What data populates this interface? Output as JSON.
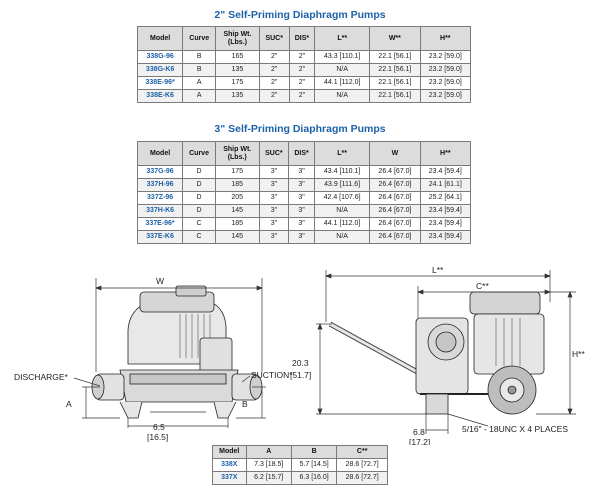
{
  "table1": {
    "title": "2\" Self-Priming Diaphragm Pumps",
    "headers": [
      "Model",
      "Curve",
      "Ship Wt.\n(Lbs.)",
      "SUC*",
      "DIS*",
      "L**",
      "W**",
      "H**"
    ],
    "rows": [
      [
        "338G-96",
        "B",
        "165",
        "2\"",
        "2\"",
        "43.3 [110.1]",
        "22.1 [56.1]",
        "23.2 [59.0]"
      ],
      [
        "338G-K6",
        "B",
        "135",
        "2\"",
        "2\"",
        "N/A",
        "22.1 [56.1]",
        "23.2 [59.0]"
      ],
      [
        "338E-96*",
        "A",
        "175",
        "2\"",
        "2\"",
        "44.1 [112.0]",
        "22.1 [56.1]",
        "23.2 [59.0]"
      ],
      [
        "338E-K6",
        "A",
        "135",
        "2\"",
        "2\"",
        "N/A",
        "22.1 [56.1]",
        "23.2 [59.0]"
      ]
    ]
  },
  "table2": {
    "title": "3\" Self-Priming Diaphragm Pumps",
    "headers": [
      "Model",
      "Curve",
      "Ship Wt.\n(Lbs.)",
      "SUC*",
      "DIS*",
      "L**",
      "W",
      "H**"
    ],
    "rows": [
      [
        "337G-96",
        "D",
        "175",
        "3\"",
        "3\"",
        "43.4 [110.1]",
        "26.4 [67.0]",
        "23.4 [59.4]"
      ],
      [
        "337H-96",
        "D",
        "185",
        "3\"",
        "3\"",
        "43.9 [111.6]",
        "26.4 [67.0]",
        "24.1 [61.1]"
      ],
      [
        "337Z-96",
        "D",
        "205",
        "3\"",
        "3\"",
        "42.4 [107.6]",
        "26.4 [67.0]",
        "25.2 [64.1]"
      ],
      [
        "337H-K6",
        "D",
        "145",
        "3\"",
        "3\"",
        "N/A",
        "26.4 [67.0]",
        "23.4 [59.4]"
      ],
      [
        "337E-96*",
        "C",
        "185",
        "3\"",
        "3\"",
        "44.1 [112.0]",
        "26.4 [67.0]",
        "23.4 [59.4]"
      ],
      [
        "337E-K6",
        "C",
        "145",
        "3\"",
        "3\"",
        "N/A",
        "26.4 [67.0]",
        "23.4 [59.4]"
      ]
    ]
  },
  "table3": {
    "headers": [
      "Model",
      "A",
      "B",
      "C**"
    ],
    "rows": [
      [
        "338X",
        "7.3 [18.5]",
        "5.7 [14.5]",
        "28.6 [72.7]"
      ],
      [
        "337X",
        "6.2 [15.7]",
        "6.3 [16.0]",
        "28.6 [72.7]"
      ]
    ]
  },
  "drawing": {
    "label_w": "W",
    "label_discharge": "DISCHARGE*",
    "label_suction": "SUCTION*",
    "label_a": "A",
    "label_b": "B",
    "label_65": "6.5",
    "label_165": "[16.5]",
    "label_l": "L**",
    "label_c": "C**",
    "label_h": "H**",
    "label_203": "20.3",
    "label_517": "[51.7]",
    "label_68": "6.8",
    "label_172": "[17.2]",
    "label_bolt": "5/16\" - 18UNC X 4 PLACES"
  }
}
